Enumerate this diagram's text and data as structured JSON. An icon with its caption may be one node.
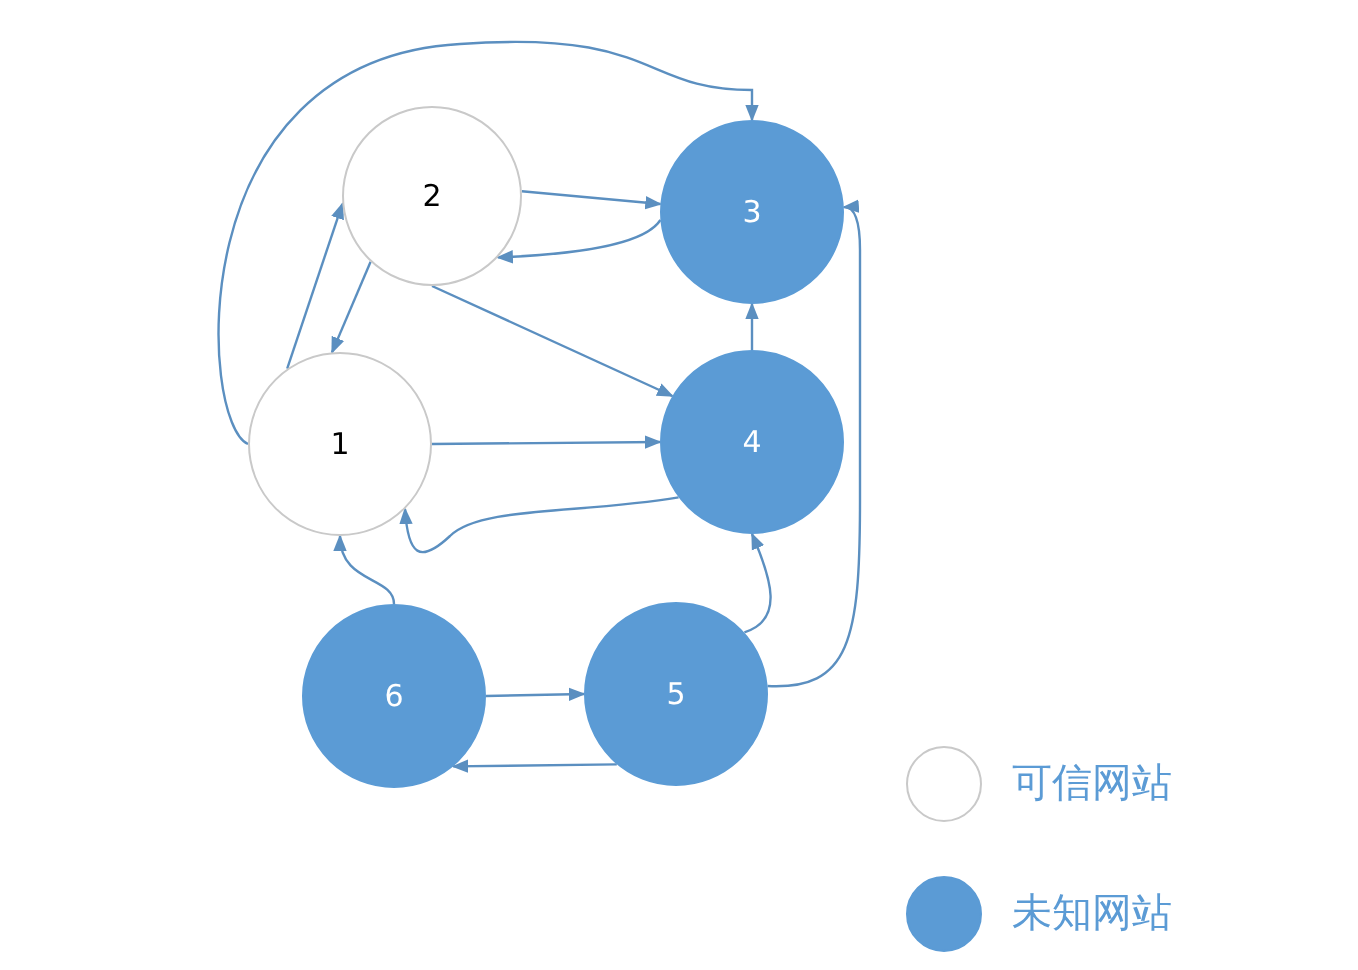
{
  "diagram": {
    "nodes": [
      {
        "text": [
          "1"
        ]
      },
      {
        "text": [
          "2"
        ]
      },
      {
        "text": [
          "3"
        ]
      },
      {
        "text": [
          "4"
        ]
      },
      {
        "text": [
          "5"
        ]
      },
      {
        "text": [
          "6"
        ]
      }
    ],
    "edges": [
      {
        "from": 0,
        "to": 2,
        "arrow": "to"
      },
      {
        "from": 0,
        "to": 1,
        "arrow": "to"
      },
      {
        "from": 1,
        "to": 0,
        "arrow": "to"
      },
      {
        "from": 1,
        "to": 2,
        "arrow": "to"
      },
      {
        "from": 2,
        "to": 1,
        "arrow": "to"
      },
      {
        "from": 1,
        "to": 3,
        "arrow": "to"
      },
      {
        "from": 0,
        "to": 3,
        "arrow": "to"
      },
      {
        "from": 3,
        "to": 0,
        "arrow": "to"
      },
      {
        "from": 3,
        "to": 2,
        "arrow": "to"
      },
      {
        "from": 4,
        "to": 3,
        "arrow": "to"
      },
      {
        "from": 4,
        "to": 2,
        "arrow": "to"
      },
      {
        "from": 5,
        "to": 0,
        "arrow": "to"
      },
      {
        "from": 5,
        "to": 4,
        "arrow": "to"
      },
      {
        "from": 4,
        "to": 5,
        "arrow": "to"
      }
    ],
    "legend": [
      {
        "text": "可信网站",
        "color": "#ffffff"
      },
      {
        "text": "未知网站",
        "color": "#5b9bd5"
      }
    ]
  }
}
